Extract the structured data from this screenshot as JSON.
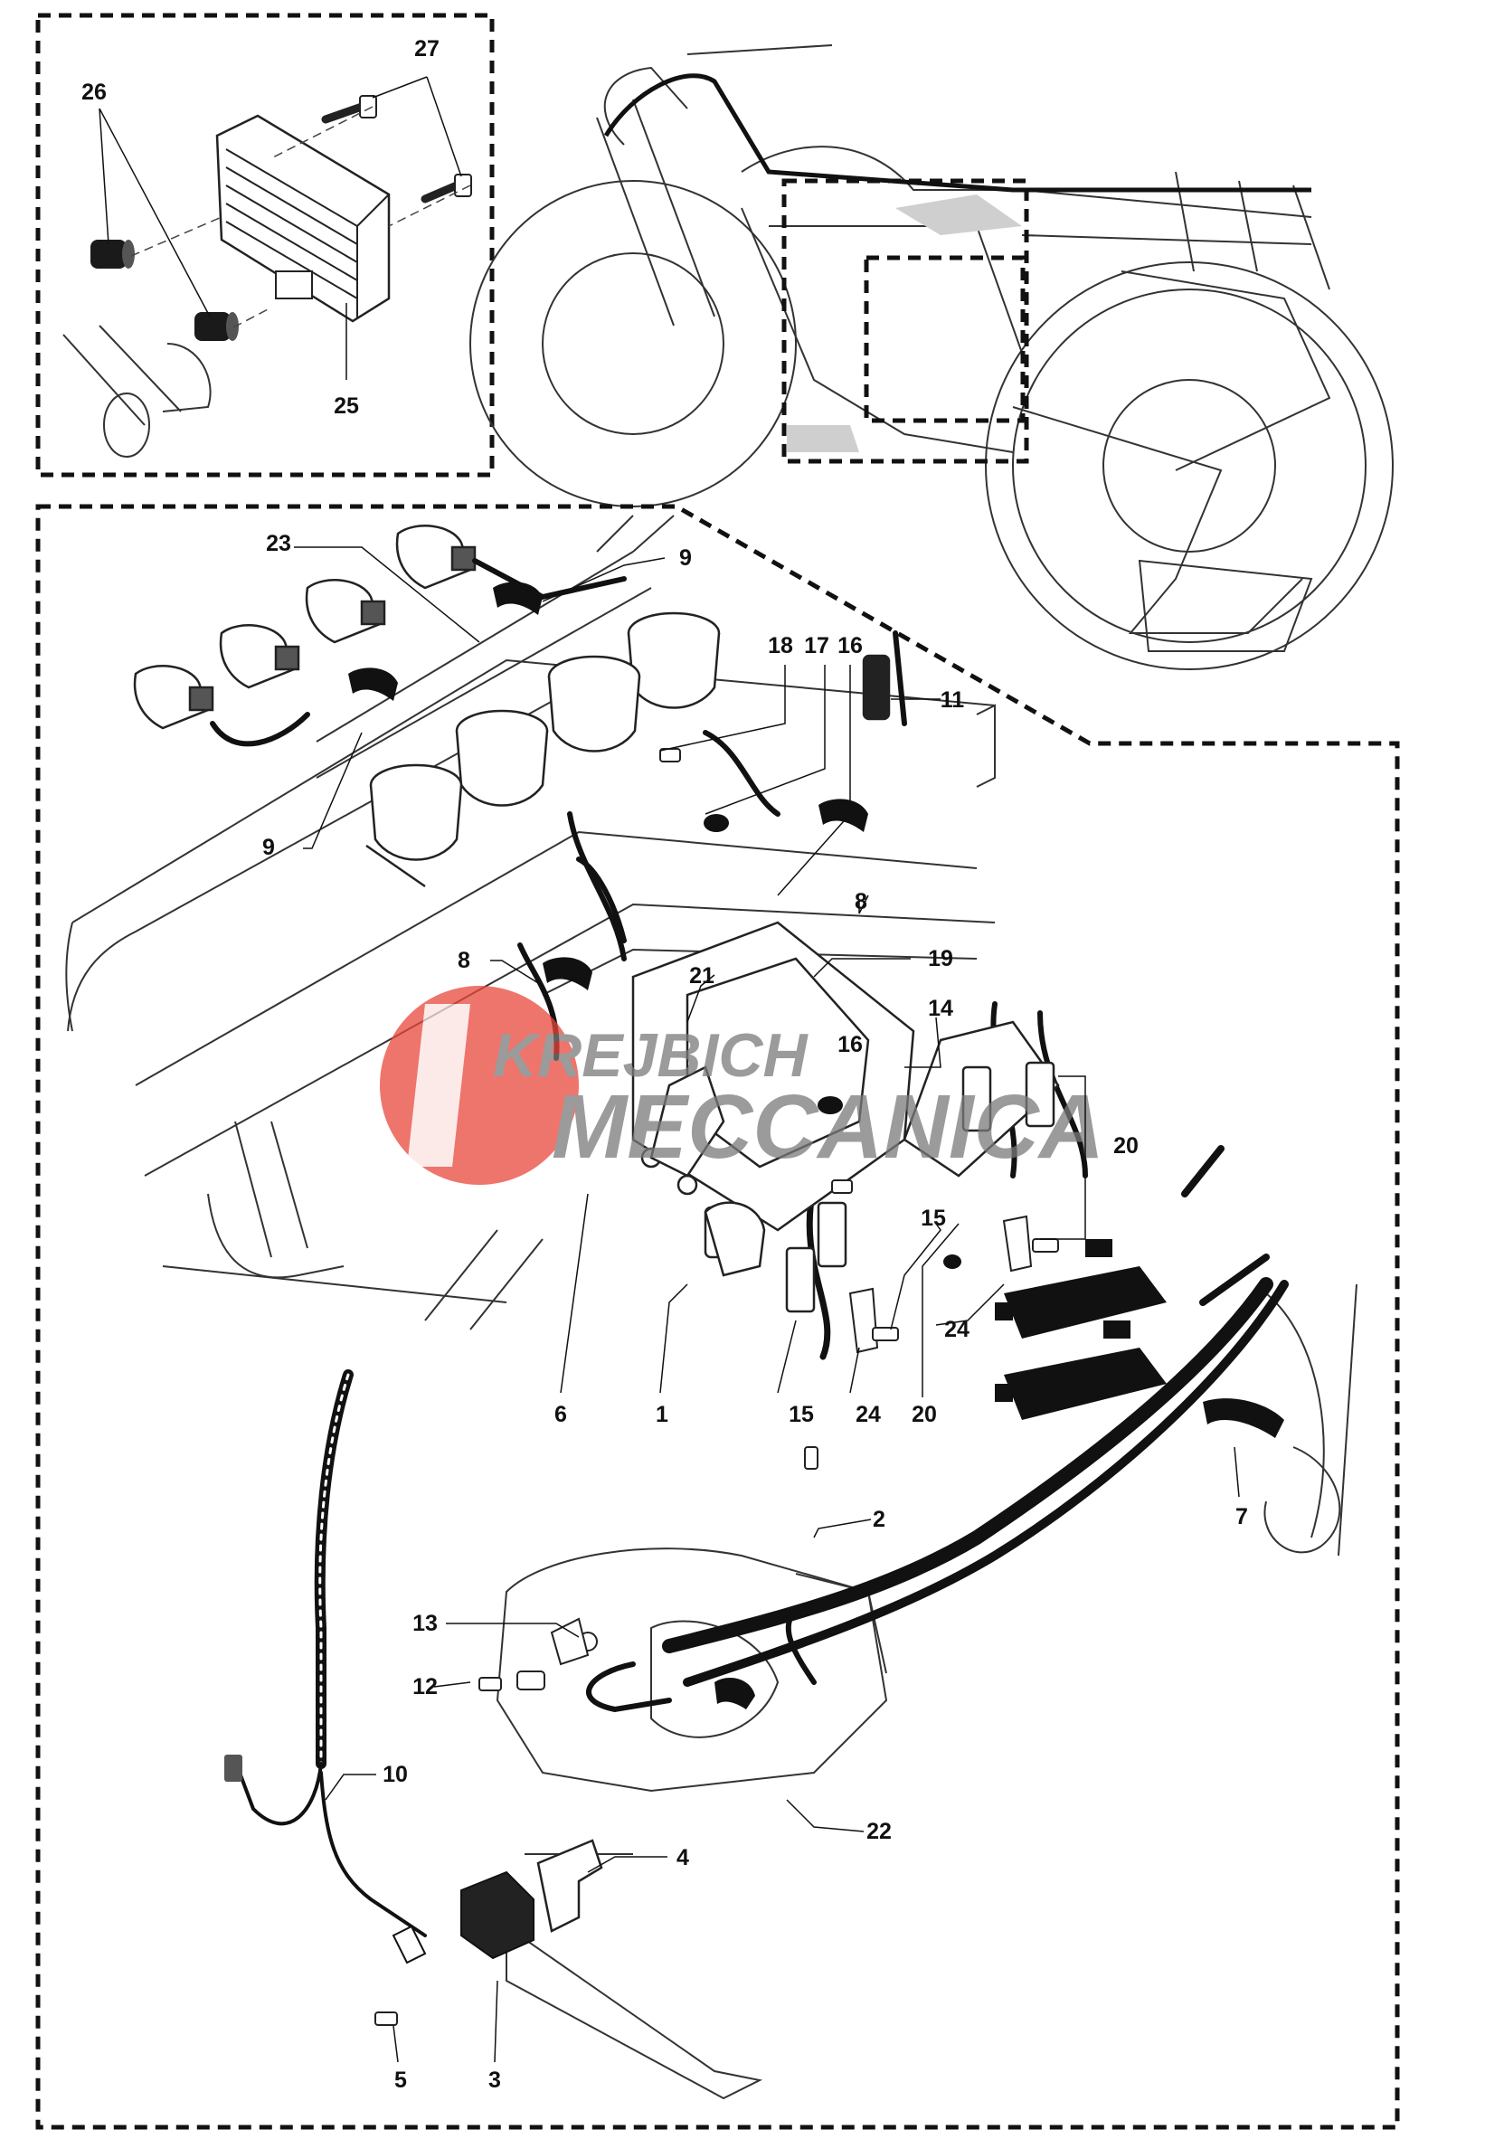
{
  "diagram": {
    "callouts": {
      "p1": "1",
      "p2": "2",
      "p3": "3",
      "p4": "4",
      "p5": "5",
      "p6": "6",
      "p7": "7",
      "p8a": "8",
      "p8b": "8",
      "p9a": "9",
      "p9b": "9",
      "p10": "10",
      "p11": "11",
      "p12": "12",
      "p13": "13",
      "p14": "14",
      "p15a": "15",
      "p15b": "15",
      "p16a": "16",
      "p16b": "16",
      "p17": "17",
      "p18": "18",
      "p19": "19",
      "p20a": "20",
      "p20b": "20",
      "p21": "21",
      "p22": "22",
      "p23": "23",
      "p24a": "24",
      "p24b": "24",
      "p25": "25",
      "p26": "26",
      "p27": "27"
    }
  },
  "watermark": {
    "line1": "KREJBICH",
    "line2": "MECCANICA",
    "color": "#e8473c"
  }
}
